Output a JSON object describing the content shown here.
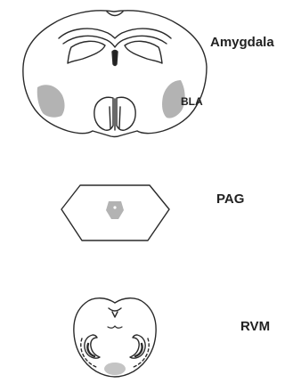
{
  "labels": {
    "amygdala": "Amygdala",
    "bla": "BLA",
    "pag": "PAG",
    "rvm": "RVM"
  },
  "colors": {
    "outline": "#2a2a2a",
    "region_fill": "#b3b3b3",
    "background": "#ffffff"
  }
}
